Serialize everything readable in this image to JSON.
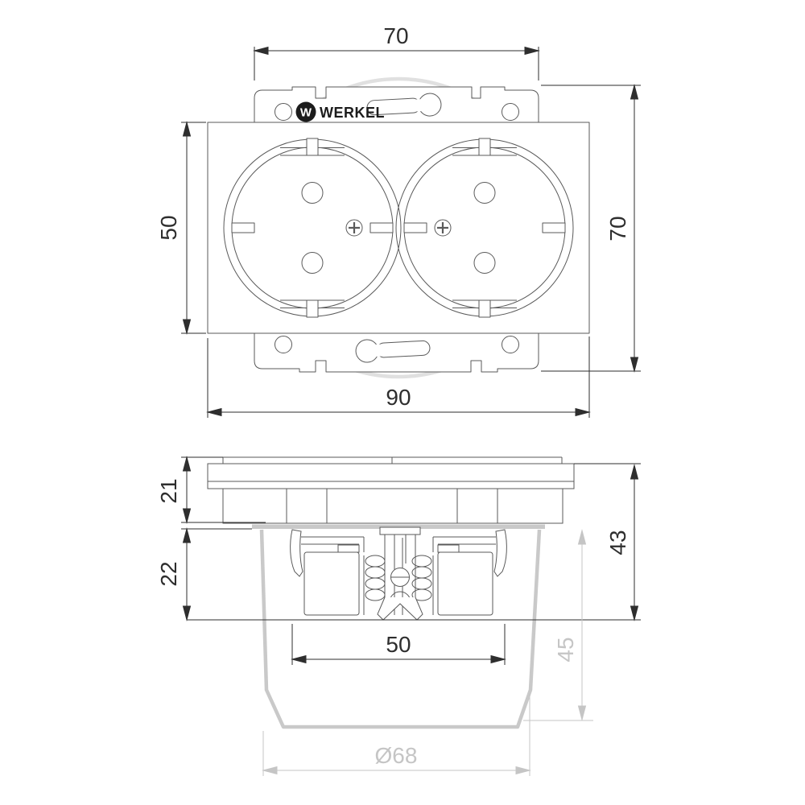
{
  "drawing": {
    "brand": "WERKEL",
    "front_view": {
      "dimensions": {
        "top_width": "70",
        "plate_height": "50",
        "frame_height": "70",
        "total_width": "90"
      }
    },
    "side_view": {
      "dimensions": {
        "front_depth": "21",
        "rear_depth": "22",
        "total_depth": "43",
        "mechanism_width": "50",
        "box_depth": "45",
        "box_diameter": "Ø68"
      }
    },
    "logo_monogram": "W",
    "colors": {
      "line": "#5a5a5a",
      "dimension": "#2e2e2e",
      "gray_heavy": "#c9c9c9",
      "gray_dim": "#c5c5c5",
      "gray_arc": "#e0e0e0"
    }
  }
}
